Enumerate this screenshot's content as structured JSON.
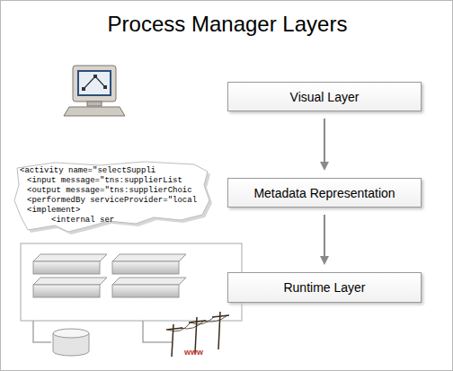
{
  "diagram": {
    "title": "Process Manager Layers",
    "nodes": [
      {
        "text": [
          "Visual Layer"
        ]
      },
      {
        "text": [
          "Metadata Representation"
        ]
      },
      {
        "text": [
          "Runtime Layer"
        ]
      }
    ],
    "edges": [
      {
        "from": 0,
        "to": 1,
        "arrow": "to"
      },
      {
        "from": 1,
        "to": 2,
        "arrow": "to"
      }
    ],
    "labels": [
      "<activity name=\"selectSuppli",
      "<input message=\"tns:supplierList",
      "<output message=\"tns:supplierChoic",
      "<performedBy serviceProvider=\"local",
      "<implement>",
      "<internal ser",
      "www"
    ]
  }
}
